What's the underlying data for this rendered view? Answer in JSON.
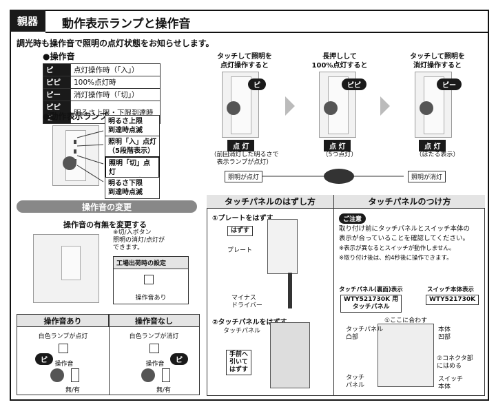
{
  "tag": "親器",
  "title": "動作表示ランプと操作音",
  "intro": "調光時も操作音で照明の点灯状態をお知らせします。",
  "sound_section": {
    "heading": "●操作音",
    "rows": [
      {
        "key": "ピ",
        "value": "点灯操作時（「入」）"
      },
      {
        "key": "ピピ",
        "value": "100%点灯時"
      },
      {
        "key": "ピー",
        "value": "消灯操作時（「切」）"
      },
      {
        "key": "ピピピ",
        "value": "明るさ上限・下限到達時"
      }
    ]
  },
  "lamp_section": {
    "heading": "●動作表示ランプ",
    "labels": [
      "明るさ上限\n到達時点滅",
      "照明「入」点灯\n（5段階表示）",
      "照明「切」点灯\n（ほたる表示）",
      "明るさ下限\n到達時点滅"
    ]
  },
  "steps": [
    {
      "caption": "タッチして照明を\n点灯操作すると",
      "sound": "ピ",
      "status": "点 灯",
      "note": "（前回消灯した明るさで\n表示ランプが点灯）"
    },
    {
      "caption": "長押しして\n100%点灯すると",
      "sound": "ピピ",
      "status": "点 灯",
      "note": "（5つ点灯）"
    },
    {
      "caption": "タッチして照明を\n消灯操作すると",
      "sound": "ピー",
      "status": "点 灯",
      "note": "（ほたる表示）"
    }
  ],
  "lighting_states": {
    "on": "照明が点灯",
    "off": "照明が消灯"
  },
  "sound_change": {
    "header": "操作音の変更",
    "subhead": "操作音の有無を変更する",
    "button_note": "※切/入ボタン\n照明の消灯/点灯が\nできます。",
    "factory_label": "工場出荷時の設定",
    "factory_caption": "操作音あり"
  },
  "compare": {
    "with": {
      "head": "操作音あり",
      "desc": "白色ランプが点灯",
      "bubble": "ピ",
      "label": "操作音",
      "switch": "無/有"
    },
    "without": {
      "head": "操作音なし",
      "desc": "白色ランプが消灯",
      "bubble": "ピ",
      "label": "操作音",
      "switch": "無/有"
    }
  },
  "removal": {
    "header": "タッチパネルのはずし方",
    "step1": "①プレートをはずす",
    "hazusu": "はずす",
    "plate": "プレート",
    "driver": "マイナス\nドライバー",
    "step2": "②タッチパネルをはずす",
    "panel": "タッチパネル",
    "pull": "手前へ\n引いて\nはずす"
  },
  "attach": {
    "header": "タッチパネルのつけ方",
    "note_tag": "ご注意",
    "note1": "取り付け前にタッチパネルとスイッチ本体の",
    "note2": "表示が合っていることを確認してください。",
    "note3": "※表示が異なるとスイッチが動作しません。",
    "note4": "※取り付け後は、約4秒後に操作できます。",
    "panel_label": "タッチパネル(裏面)表示",
    "panel_code": "WTY521730K 用\nタッチパネル",
    "body_label": "スイッチ本体表示",
    "body_code": "WTY521730K",
    "align": "①ここに合わす",
    "convex": "タッチパネル\n凸部",
    "concave": "本体\n凹部",
    "connector": "②コネクタ部\nにはめる",
    "touch_panel": "タッチ\nパネル",
    "switch_body": "スイッチ\n本体"
  }
}
